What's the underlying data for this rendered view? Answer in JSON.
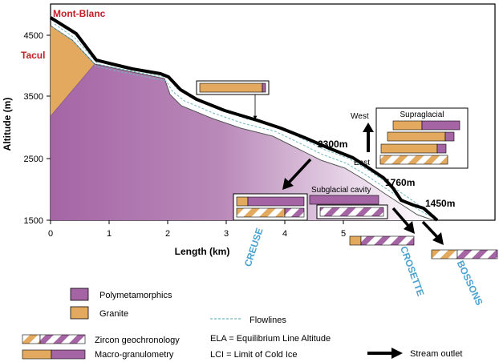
{
  "colors": {
    "polymetamorphics": "#a565a5",
    "granite": "#e3aa5f",
    "summit_red": "#c41f26",
    "river_blue": "#4aa3cf",
    "flowline": "#6fb7c0"
  },
  "peaks": {
    "mont_blanc": "Mont-Blanc",
    "tacul": "Tacul"
  },
  "axes": {
    "y_title": "Altitude (m)",
    "x_title": "Length (km)",
    "y_ticks": [
      "4500",
      "3500",
      "2500",
      "1500"
    ],
    "x_ticks": [
      "0",
      "1",
      "2",
      "3",
      "4",
      "5"
    ]
  },
  "elevation_labels": {
    "e2300": "2300m",
    "e1760": "1760m",
    "e1450": "1450m"
  },
  "annotations": {
    "supraglacial": "Supraglacial",
    "west": "West",
    "east": "East",
    "subglacial": "Subglacial cavity"
  },
  "streams": {
    "creuse": "CREUSE",
    "crosette": "CROSETTE",
    "bossons": "BOSSONS"
  },
  "legend": {
    "polymetamorphics": "Polymetamorphics",
    "granite": "Granite",
    "flowlines": "Flowlines",
    "zircon": "Zircon geochronology",
    "ela": "ELA = Equilibrium Line Altitude",
    "macro": "Macro-granulometry",
    "lci": "LCI = Limit of Cold Ice",
    "stream_outlet": "Stream outlet"
  }
}
